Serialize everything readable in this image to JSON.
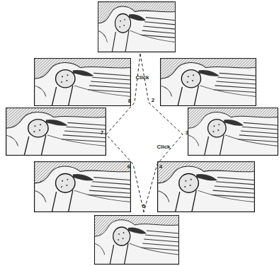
{
  "diagram": {
    "labels": [
      "Click",
      "8",
      "2",
      "7",
      "3",
      "Click",
      "6",
      "4",
      "5"
    ]
  }
}
